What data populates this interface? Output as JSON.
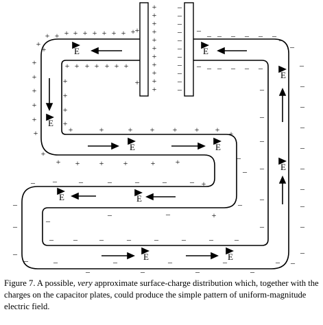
{
  "figure": {
    "field_symbol": "E",
    "plus_sign": "+",
    "minus_sign": "–"
  },
  "caption": {
    "prefix": "Figure 7.  A possible, ",
    "emphasis": "very",
    "suffix": " approximate surface-charge distribution which, together with the charges on the capacitor plates, could produce the simple pattern of uniform-magnitude electric field."
  }
}
